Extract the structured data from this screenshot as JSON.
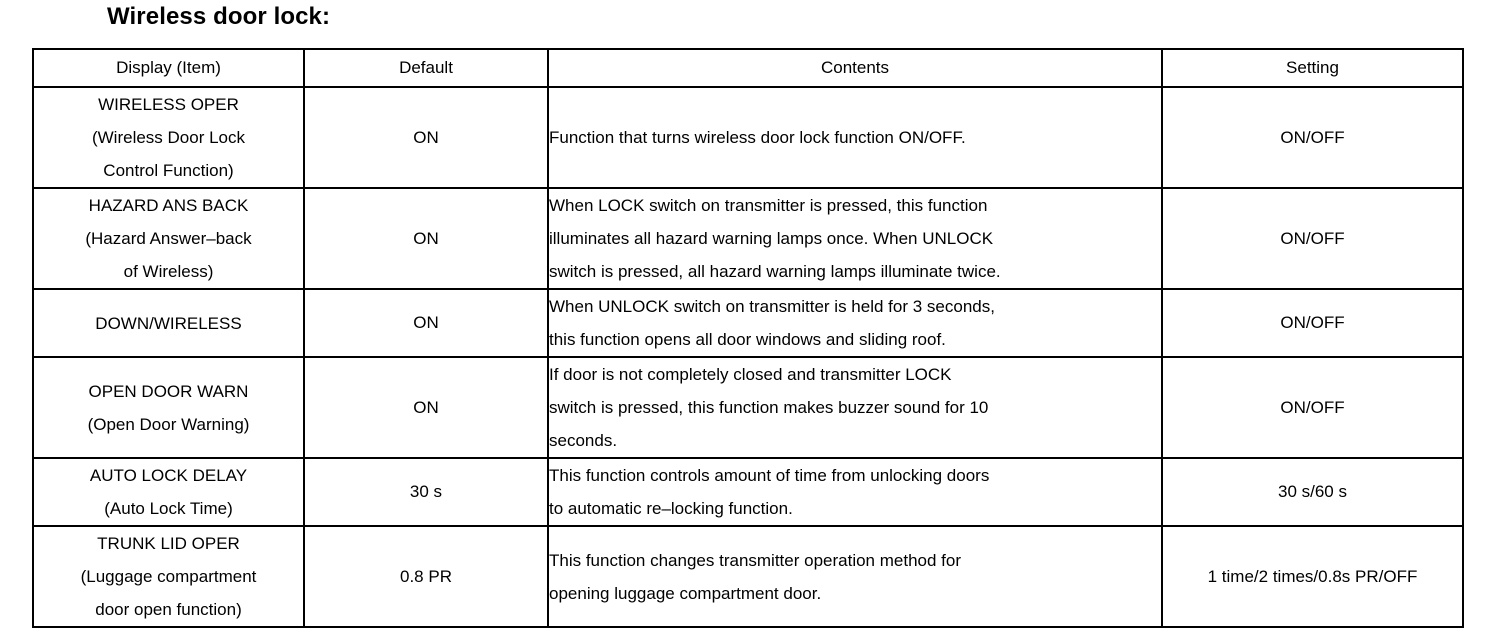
{
  "title": "Wireless door lock:",
  "table": {
    "headers": {
      "display": "Display (Item)",
      "default": "Default",
      "contents": "Contents",
      "setting": "Setting"
    },
    "rows": [
      {
        "display_lines": [
          "WIRELESS OPER",
          "(Wireless Door Lock",
          "Control Function)"
        ],
        "default": "ON",
        "contents_lines": [
          "Function that turns wireless door lock function ON/OFF."
        ],
        "setting": "ON/OFF"
      },
      {
        "display_lines": [
          "HAZARD ANS BACK",
          "(Hazard Answer–back",
          "of Wireless)"
        ],
        "default": "ON",
        "contents_lines": [
          "When LOCK switch on transmitter is pressed, this function",
          "illuminates all hazard warning lamps once. When UNLOCK",
          "switch is pressed, all hazard warning lamps illuminate twice."
        ],
        "setting": "ON/OFF"
      },
      {
        "display_lines": [
          "DOWN/WIRELESS"
        ],
        "default": "ON",
        "contents_lines": [
          "When UNLOCK switch on transmitter is held for 3 seconds,",
          "this function opens all door windows and sliding roof."
        ],
        "setting": "ON/OFF"
      },
      {
        "display_lines": [
          "OPEN DOOR WARN",
          "(Open Door Warning)"
        ],
        "default": "ON",
        "contents_lines": [
          "If door is not completely closed and transmitter LOCK",
          "switch is pressed, this function makes buzzer sound for 10",
          "seconds."
        ],
        "setting": "ON/OFF"
      },
      {
        "display_lines": [
          "AUTO LOCK DELAY",
          "(Auto Lock Time)"
        ],
        "default": "30 s",
        "contents_lines": [
          "This function controls amount of time from unlocking doors",
          "to automatic re–locking function."
        ],
        "setting": "30 s/60 s"
      },
      {
        "display_lines": [
          "TRUNK LID OPER",
          "(Luggage compartment",
          "door open function)"
        ],
        "default": "0.8 PR",
        "contents_lines": [
          "This function changes transmitter operation method for",
          "opening luggage compartment door."
        ],
        "setting": "1 time/2 times/0.8s PR/OFF"
      }
    ]
  }
}
